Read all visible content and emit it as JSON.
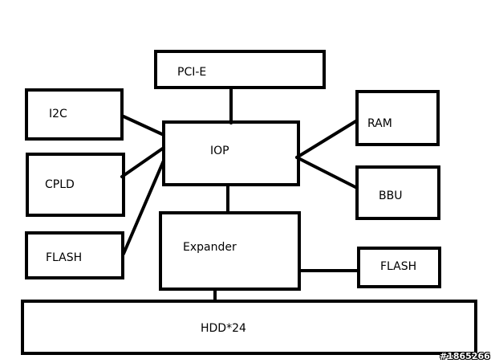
{
  "diagram": {
    "blocks": {
      "pcie": "PCI-E",
      "i2c": "I2C",
      "cpld": "CPLD",
      "flash_left": "FLASH",
      "iop": "IOP",
      "ram": "RAM",
      "bbu": "BBU",
      "expander": "Expander",
      "flash_right": "FLASH",
      "hdd": "HDD*24"
    }
  },
  "watermark": "#1865266",
  "colors": {
    "stroke": "#000000",
    "background": "#ffffff"
  }
}
